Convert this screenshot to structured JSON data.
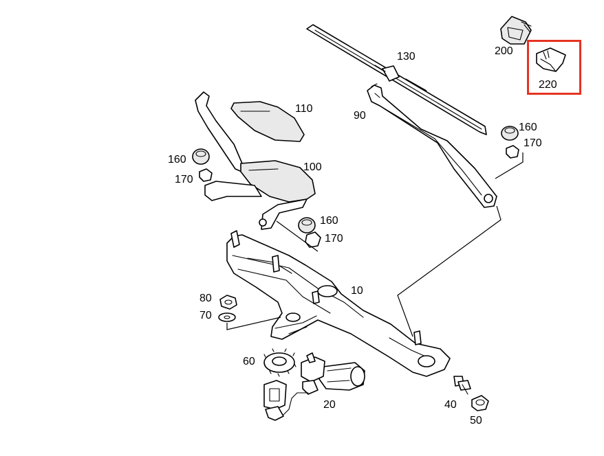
{
  "highlight": {
    "part": "220",
    "color": "#e53322"
  },
  "labels": {
    "p10": "10",
    "p20": "20",
    "p40": "40",
    "p50": "50",
    "p60": "60",
    "p70": "70",
    "p80": "80",
    "p90": "90",
    "p100": "100",
    "p110": "110",
    "p130": "130",
    "p160a": "160",
    "p170a": "170",
    "p160b": "160",
    "p170b": "170",
    "p160c": "160",
    "p170c": "170",
    "p200": "200",
    "p220": "220"
  }
}
